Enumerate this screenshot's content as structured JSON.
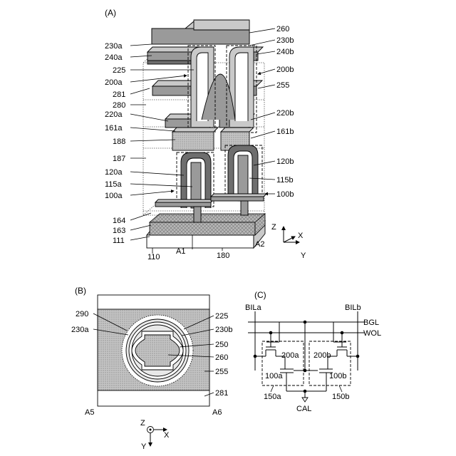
{
  "panels": {
    "A": "(A)",
    "B": "(B)",
    "C": "(C)"
  },
  "panel_a": {
    "left_labels": [
      "230a",
      "240a",
      "225",
      "200a",
      "281",
      "280",
      "220a",
      "161a",
      "188",
      "187",
      "120a",
      "115a",
      "100a",
      "164",
      "163",
      "111"
    ],
    "right_labels": [
      "260",
      "230b",
      "240b",
      "200b",
      "255",
      "220b",
      "161b",
      "120b",
      "115b",
      "100b"
    ],
    "bottom_labels": [
      "110",
      "A1",
      "180",
      "A2"
    ],
    "axes": {
      "z": "Z",
      "x": "X",
      "y": "Y"
    }
  },
  "panel_b": {
    "left_labels": [
      "290",
      "230a"
    ],
    "right_labels": [
      "225",
      "230b",
      "250",
      "260",
      "255",
      "281"
    ],
    "corners": [
      "A5",
      "A6"
    ],
    "axes": {
      "z": "Z",
      "x": "X",
      "y": "Y"
    }
  },
  "panel_c": {
    "bitlines": [
      "BILa",
      "BILb"
    ],
    "wires": [
      "BGL",
      "WOL"
    ],
    "transistors": [
      "200a",
      "200b"
    ],
    "capacitors": [
      "100a",
      "100b"
    ],
    "cells": [
      "150a",
      "150b"
    ],
    "common": "CAL"
  },
  "colors": {
    "hatch_bg": "#bdbdbd",
    "metal": "#9a9a9a"
  }
}
